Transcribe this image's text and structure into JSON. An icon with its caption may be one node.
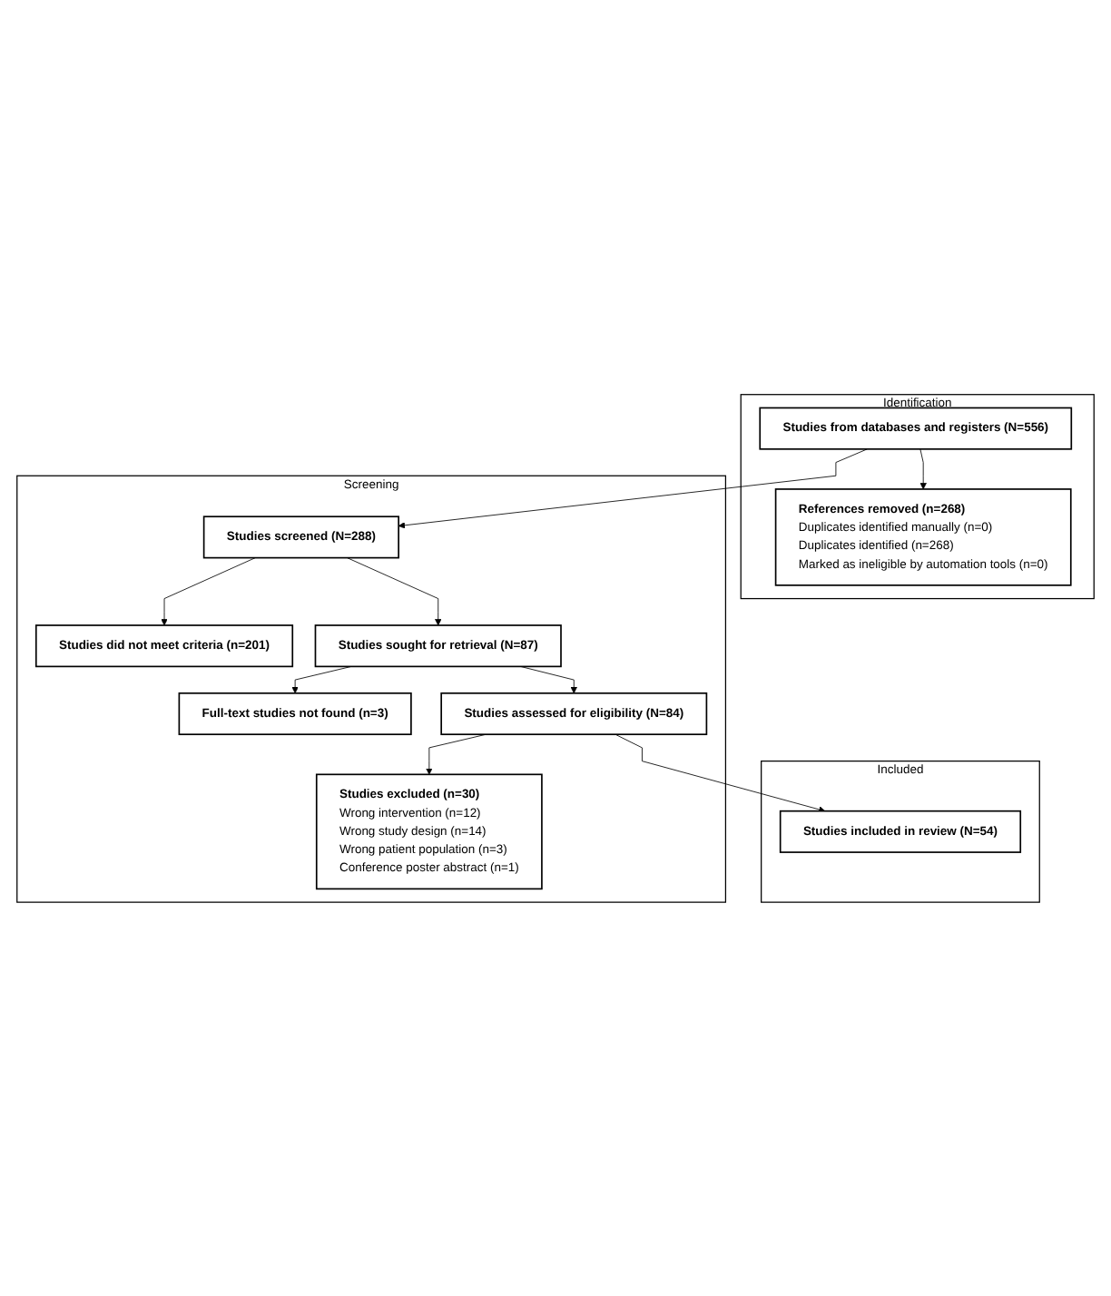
{
  "diagram": {
    "nodes": [
      {
        "text": [
          "Identification"
        ]
      },
      {
        "text": [
          "Studies from databases and registers (N=556)"
        ],
        "in": 0
      },
      {
        "text": [
          "References removed (n=268)",
          "Duplicates identified manually (n=0)",
          "Duplicates identified (n=268)",
          "Marked as ineligible by automation tools (n=0)"
        ],
        "in": 0
      },
      {
        "text": [
          "Screening"
        ]
      },
      {
        "text": [
          "Studies screened (N=288)"
        ],
        "in": 3
      },
      {
        "text": [
          "Studies did not meet criteria (n=201)"
        ],
        "in": 3
      },
      {
        "text": [
          "Studies sought for retrieval (N=87)"
        ],
        "in": 3
      },
      {
        "text": [
          "Full-text studies not found (n=3)"
        ],
        "in": 3
      },
      {
        "text": [
          "Studies assessed for eligibility (N=84)"
        ],
        "in": 3
      },
      {
        "text": [
          "Studies excluded (n=30)",
          "Wrong intervention (n=12)",
          "Wrong study design (n=14)",
          "Wrong patient population (n=3)",
          "Conference poster abstract (n=1)"
        ],
        "in": 3
      },
      {
        "text": [
          "Included"
        ]
      },
      {
        "text": [
          "Studies included in review (N=54)"
        ],
        "in": 10
      }
    ],
    "edges": [
      {
        "from": 1,
        "to": 2,
        "arrow": "to"
      },
      {
        "from": 1,
        "to": 4,
        "arrow": "to"
      },
      {
        "from": 4,
        "to": 5,
        "arrow": "to"
      },
      {
        "from": 4,
        "to": 6,
        "arrow": "to"
      },
      {
        "from": 6,
        "to": 7,
        "arrow": "to"
      },
      {
        "from": 6,
        "to": 8,
        "arrow": "to"
      },
      {
        "from": 8,
        "to": 9,
        "arrow": "to"
      },
      {
        "from": 8,
        "to": 11,
        "arrow": "to"
      }
    ]
  }
}
